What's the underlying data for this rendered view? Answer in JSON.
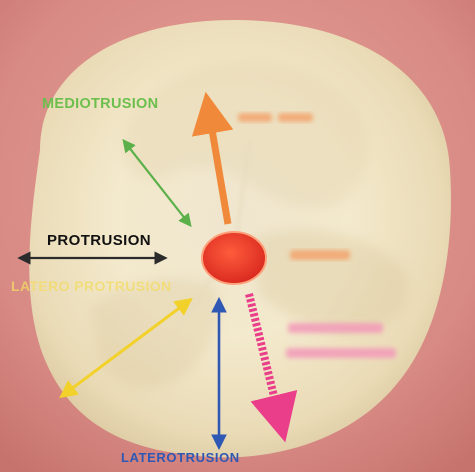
{
  "image": {
    "subject": "occlusal-view-of-tooth",
    "colors": {
      "background": "#d88a84",
      "tooth": "#f1e6c8",
      "contact_point": "#e63320",
      "mediotrusion": "#5bb04a",
      "protrusion": "#2b2b2b",
      "latero_protrusion": "#f2d12a",
      "laterotrusion": "#2f58b5",
      "upward_arrow": "#f08a3a",
      "pink_arrow": "#ea3d8a"
    }
  },
  "labels": {
    "mediotrusion": "MEDIOTRUSION",
    "protrusion": "PROTRUSION",
    "latero_protrusion": "LATERO PROTRUSION",
    "laterotrusion": "LATEROTRUSION"
  }
}
